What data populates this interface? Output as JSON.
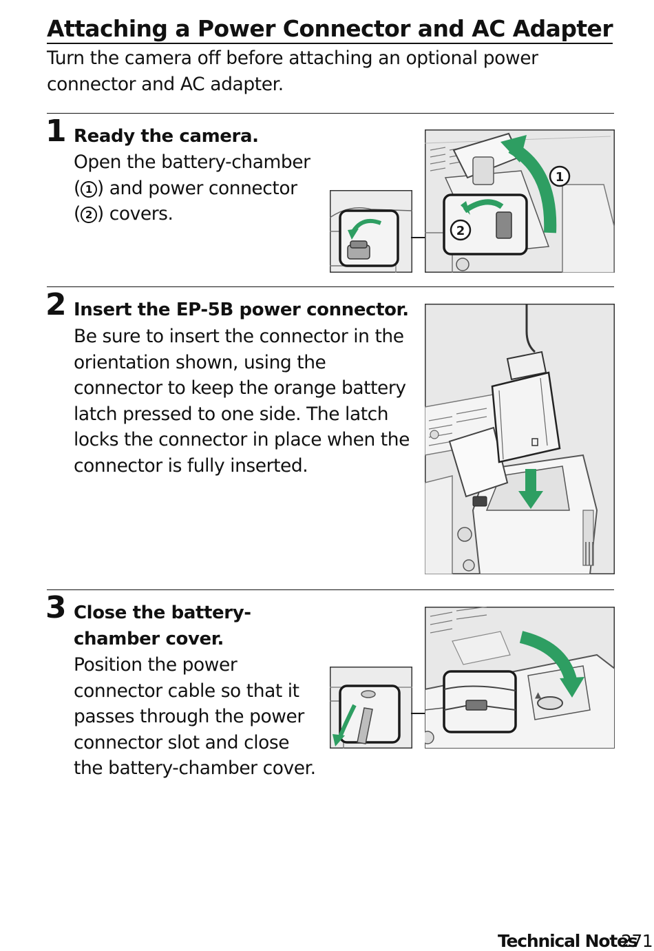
{
  "title": "Attaching a Power Connector and AC Adapter",
  "intro": "Turn the camera off before attaching an optional power connector and AC adapter.",
  "steps": [
    {
      "number": "1",
      "title": "Ready the camera.",
      "body_lines": [
        "Open the battery-chamber"
      ],
      "line2_a": "(",
      "marker1": "1",
      "line2_b": ") and power connector",
      "line3_a": "(",
      "marker2": "2",
      "line3_b": ") covers.",
      "callouts": [
        "1",
        "2"
      ]
    },
    {
      "number": "2",
      "title": "Insert the EP-5B power connector.",
      "body": "Be sure to insert the connector in the orientation shown, using the connector to keep the orange battery latch pressed to one side. The latch locks the connector in place when the connector is fully inserted."
    },
    {
      "number": "3",
      "title_lines": [
        "Close the battery-",
        "chamber cover."
      ],
      "body_lines": [
        "Position the power",
        "connector cable so that it",
        "passes through the power",
        "connector slot and close",
        "the battery-chamber cover."
      ]
    }
  ],
  "footer": {
    "section": "Technical Notes",
    "page": "271"
  },
  "colors": {
    "accent_green": "#2e9e62",
    "illustration_bg": "#e8e8e8",
    "outline": "#1a1a1a"
  }
}
